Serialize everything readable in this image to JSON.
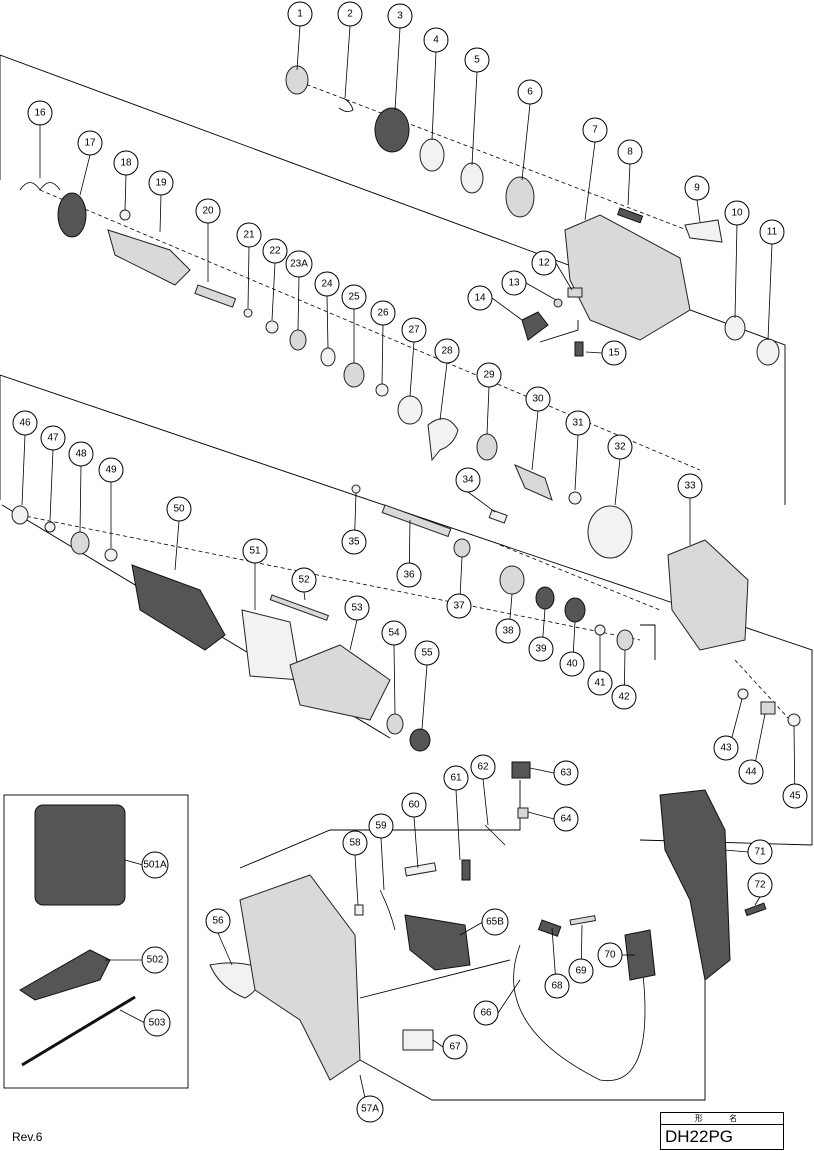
{
  "drawing": {
    "revision": "Rev.6",
    "title_header": "形 名",
    "model": "DH22PG"
  },
  "callouts": [
    {
      "id": "1",
      "label": "1"
    },
    {
      "id": "2",
      "label": "2"
    },
    {
      "id": "3",
      "label": "3"
    },
    {
      "id": "4",
      "label": "4"
    },
    {
      "id": "5",
      "label": "5"
    },
    {
      "id": "6",
      "label": "6"
    },
    {
      "id": "7",
      "label": "7"
    },
    {
      "id": "8",
      "label": "8"
    },
    {
      "id": "9",
      "label": "9"
    },
    {
      "id": "10",
      "label": "10"
    },
    {
      "id": "11",
      "label": "11"
    },
    {
      "id": "12",
      "label": "12"
    },
    {
      "id": "13",
      "label": "13"
    },
    {
      "id": "14",
      "label": "14"
    },
    {
      "id": "15",
      "label": "15"
    },
    {
      "id": "16",
      "label": "16"
    },
    {
      "id": "17",
      "label": "17"
    },
    {
      "id": "18",
      "label": "18"
    },
    {
      "id": "19",
      "label": "19"
    },
    {
      "id": "20",
      "label": "20"
    },
    {
      "id": "21",
      "label": "21"
    },
    {
      "id": "22",
      "label": "22"
    },
    {
      "id": "23A",
      "label": "23A"
    },
    {
      "id": "24",
      "label": "24"
    },
    {
      "id": "25",
      "label": "25"
    },
    {
      "id": "26",
      "label": "26"
    },
    {
      "id": "27",
      "label": "27"
    },
    {
      "id": "28",
      "label": "28"
    },
    {
      "id": "29",
      "label": "29"
    },
    {
      "id": "30",
      "label": "30"
    },
    {
      "id": "31",
      "label": "31"
    },
    {
      "id": "32",
      "label": "32"
    },
    {
      "id": "33",
      "label": "33"
    },
    {
      "id": "34",
      "label": "34"
    },
    {
      "id": "35",
      "label": "35"
    },
    {
      "id": "36",
      "label": "36"
    },
    {
      "id": "37",
      "label": "37"
    },
    {
      "id": "38",
      "label": "38"
    },
    {
      "id": "39",
      "label": "39"
    },
    {
      "id": "40",
      "label": "40"
    },
    {
      "id": "41",
      "label": "41"
    },
    {
      "id": "42",
      "label": "42"
    },
    {
      "id": "43",
      "label": "43"
    },
    {
      "id": "44",
      "label": "44"
    },
    {
      "id": "45",
      "label": "45"
    },
    {
      "id": "46",
      "label": "46"
    },
    {
      "id": "47",
      "label": "47"
    },
    {
      "id": "48",
      "label": "48"
    },
    {
      "id": "49",
      "label": "49"
    },
    {
      "id": "50",
      "label": "50"
    },
    {
      "id": "51",
      "label": "51"
    },
    {
      "id": "52",
      "label": "52"
    },
    {
      "id": "53",
      "label": "53"
    },
    {
      "id": "54",
      "label": "54"
    },
    {
      "id": "55",
      "label": "55"
    },
    {
      "id": "56",
      "label": "56"
    },
    {
      "id": "57A",
      "label": "57A"
    },
    {
      "id": "58",
      "label": "58"
    },
    {
      "id": "59",
      "label": "59"
    },
    {
      "id": "60",
      "label": "60"
    },
    {
      "id": "61",
      "label": "61"
    },
    {
      "id": "62",
      "label": "62"
    },
    {
      "id": "63",
      "label": "63"
    },
    {
      "id": "64",
      "label": "64"
    },
    {
      "id": "65B",
      "label": "65B"
    },
    {
      "id": "66",
      "label": "66"
    },
    {
      "id": "67",
      "label": "67"
    },
    {
      "id": "68",
      "label": "68"
    },
    {
      "id": "69",
      "label": "69"
    },
    {
      "id": "70",
      "label": "70"
    },
    {
      "id": "71",
      "label": "71"
    },
    {
      "id": "72",
      "label": "72"
    },
    {
      "id": "501A",
      "label": "501A"
    },
    {
      "id": "502",
      "label": "502"
    },
    {
      "id": "503",
      "label": "503"
    }
  ]
}
